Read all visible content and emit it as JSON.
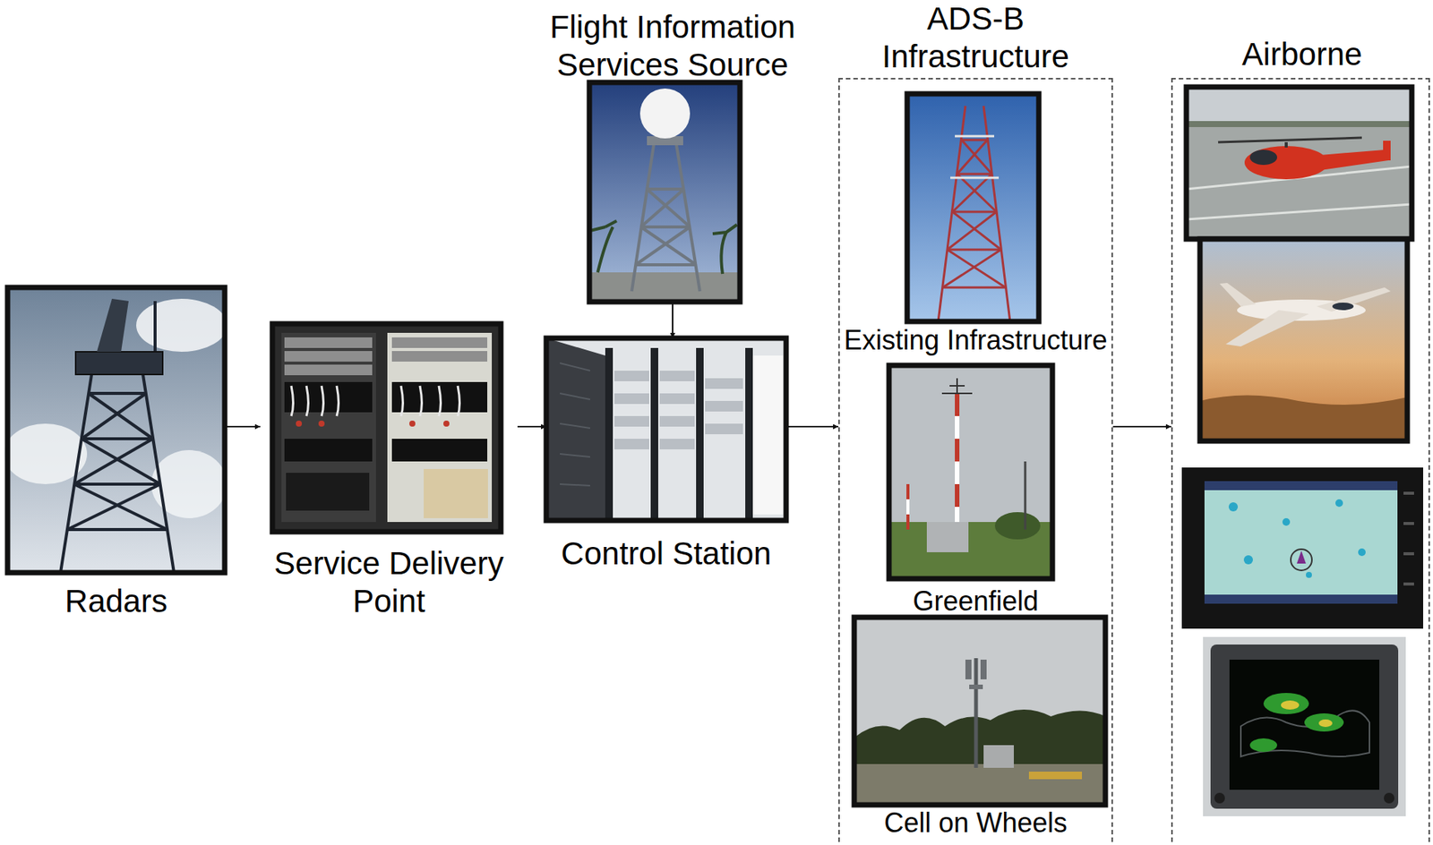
{
  "diagram": {
    "nodes": [
      {
        "text": [
          "Radars"
        ]
      },
      {
        "text": [
          "Service Delivery Point"
        ]
      },
      {
        "text": [
          "Flight Information Services Source"
        ]
      },
      {
        "text": [
          "Control Station"
        ]
      },
      {
        "text": [
          "ADS-B Infrastructure"
        ]
      },
      {
        "text": [
          "Existing Infrastructure"
        ],
        "in": 4
      },
      {
        "text": [
          "Greenfield"
        ],
        "in": 4
      },
      {
        "text": [
          "Cell on Wheels"
        ],
        "in": 4
      },
      {
        "text": [
          "Airborne"
        ]
      }
    ],
    "edges": [
      {
        "from": 0,
        "to": 1,
        "arrow": "to"
      },
      {
        "from": 1,
        "to": 3,
        "arrow": "to"
      },
      {
        "from": 2,
        "to": 3,
        "arrow": "to"
      },
      {
        "from": 3,
        "to": 4,
        "arrow": "to"
      },
      {
        "from": 4,
        "to": 8,
        "arrow": "to"
      }
    ]
  }
}
